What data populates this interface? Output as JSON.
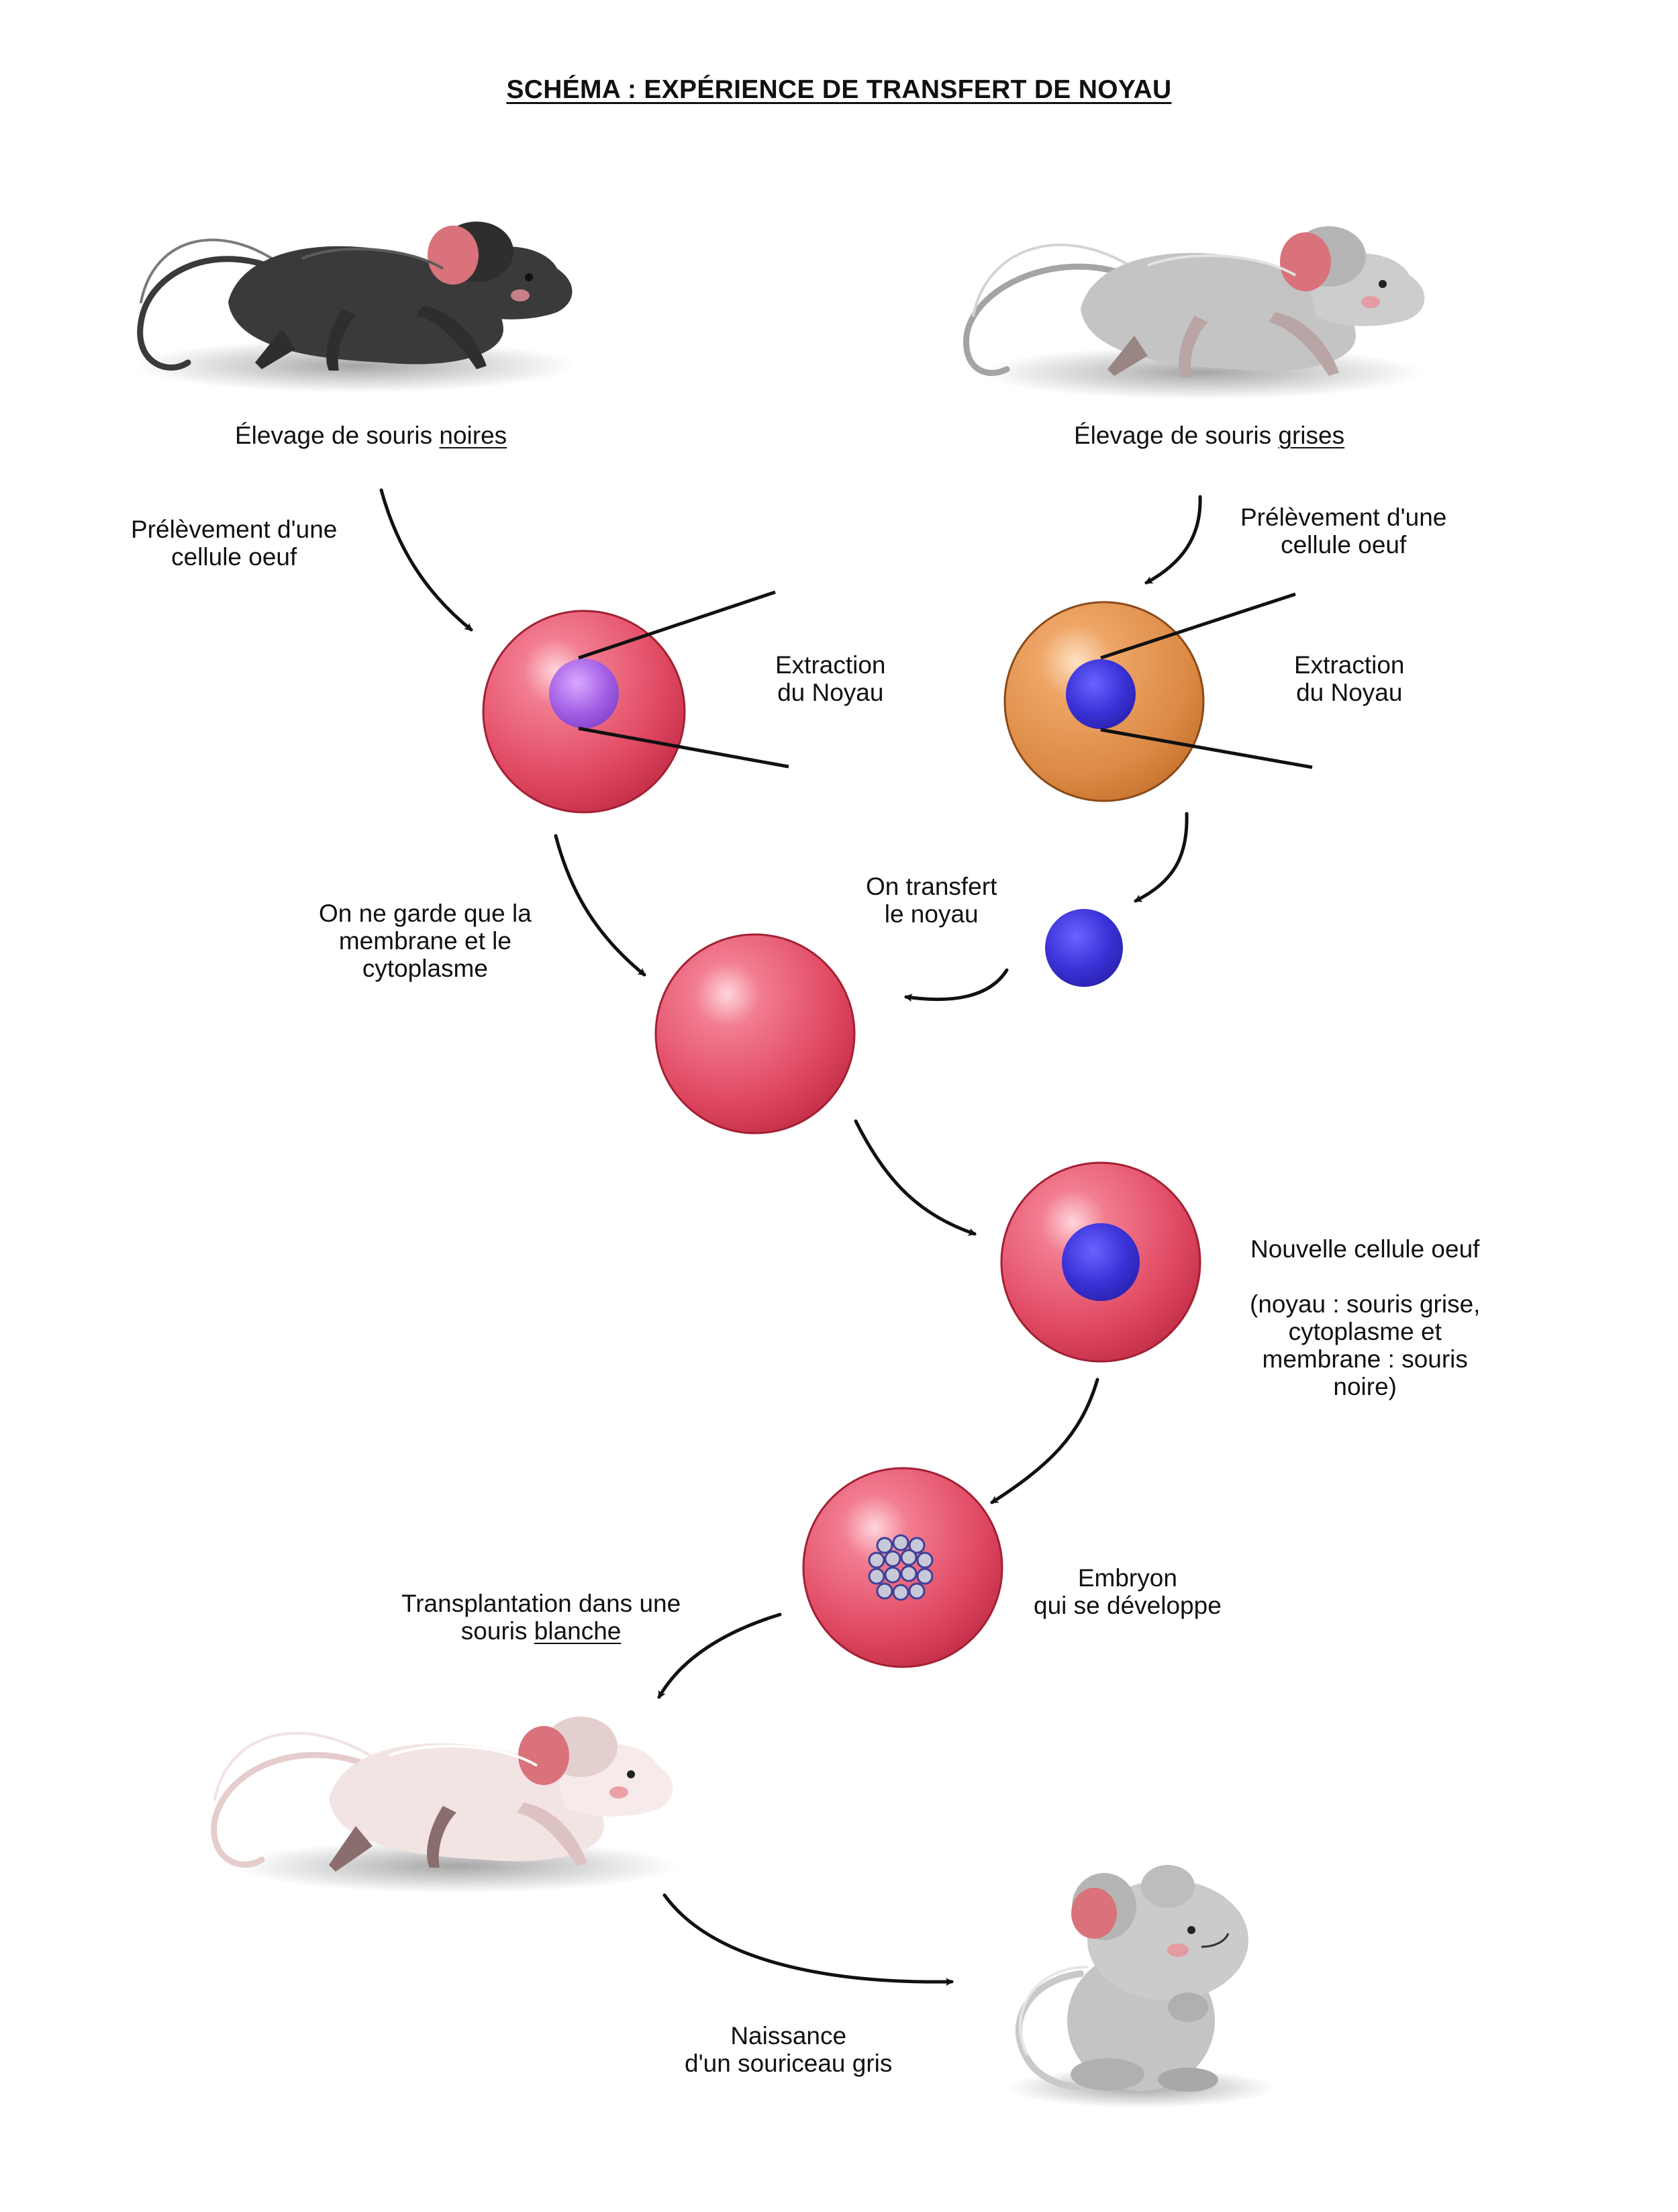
{
  "title": "SCHÉMA : EXPÉRIENCE DE TRANSFERT DE NOYAU",
  "black_mice": {
    "prefix": "Élevage de souris ",
    "emphasis": "noires"
  },
  "grey_mice": {
    "prefix": "Élevage de souris ",
    "emphasis": "grises"
  },
  "sampling_left": [
    "Prélèvement d'une",
    "cellule oeuf"
  ],
  "sampling_right": [
    "Prélèvement d'une",
    "cellule oeuf"
  ],
  "extraction_left": [
    "Extraction",
    "du Noyau"
  ],
  "extraction_right": [
    "Extraction",
    "du Noyau"
  ],
  "keep_cytoplasm": [
    "On ne garde que la",
    "membrane et le",
    "cytoplasme"
  ],
  "transfer_nucleus": [
    "On transfert",
    "le noyau"
  ],
  "new_egg": {
    "title": "Nouvelle cellule oeuf",
    "details": [
      "(noyau : souris grise,",
      "cytoplasme et",
      "membrane : souris",
      "noire)"
    ]
  },
  "embryo": [
    "Embryon",
    "qui se développe"
  ],
  "transplant": {
    "line1": "Transplantation dans une",
    "prefix": "souris ",
    "emphasis": "blanche"
  },
  "birth": [
    "Naissance",
    "d'un souriceau gris"
  ],
  "colors": {
    "cell_red": "#e14a63",
    "cell_orange": "#dc8a45",
    "nucleus_blue": "#3b32d8",
    "nucleus_purple": "#a562e6",
    "mouse_black": "#3a3a3a",
    "mouse_grey": "#c4c4c4",
    "mouse_white": "#f3e4e4",
    "ear_pink": "#d9727a"
  },
  "icons": [
    "black-mouse",
    "grey-mouse",
    "white-mouse",
    "grey-baby-mouse",
    "egg-cell",
    "nucleus",
    "embryo",
    "pipette"
  ]
}
